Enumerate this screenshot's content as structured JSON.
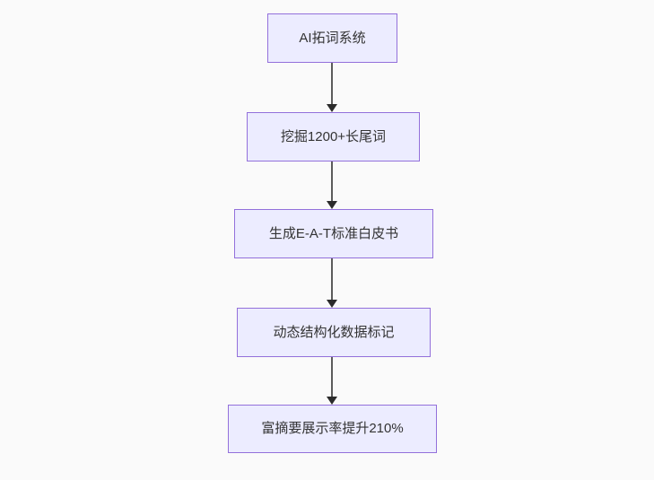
{
  "diagram": {
    "type": "flowchart",
    "direction": "top-down",
    "nodes": [
      {
        "id": "n1",
        "label": "AI拓词系统"
      },
      {
        "id": "n2",
        "label": "挖掘1200+长尾词"
      },
      {
        "id": "n3",
        "label": "生成E-A-T标准白皮书"
      },
      {
        "id": "n4",
        "label": "动态结构化数据标记"
      },
      {
        "id": "n5",
        "label": "富摘要展示率提升210%"
      }
    ],
    "edges": [
      {
        "from": "n1",
        "to": "n2"
      },
      {
        "from": "n2",
        "to": "n3"
      },
      {
        "from": "n3",
        "to": "n4"
      },
      {
        "from": "n4",
        "to": "n5"
      }
    ],
    "colors": {
      "background": "#fafafa",
      "node_fill": "#ECECFF",
      "node_border": "#9370DB",
      "edge_line": "#5b5b5b",
      "arrowhead": "#2b2b2b",
      "text": "#333333"
    }
  }
}
